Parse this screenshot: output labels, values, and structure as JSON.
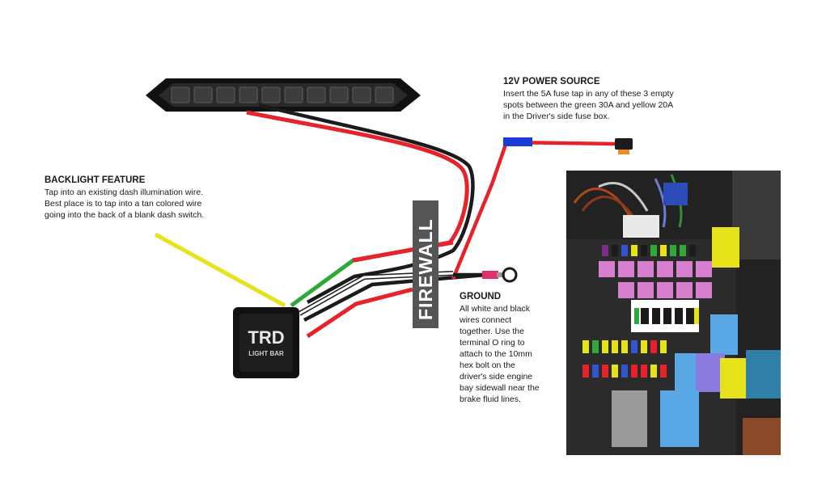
{
  "firewall": {
    "text": "FIREWALL"
  },
  "switch": {
    "brand": "TRD",
    "subtitle": "LIGHT BAR"
  },
  "power_source": {
    "heading": "12V POWER SOURCE",
    "lines": [
      "Insert the 5A fuse tap in any of these 3 empty",
      "spots between the green 30A and yellow 20A",
      "in the Driver's side fuse box."
    ]
  },
  "backlight": {
    "heading": "BACKLIGHT FEATURE",
    "lines": [
      "Tap into an existing dash illumination wire.",
      "Best place is to tap into a tan colored wire",
      "going into the back of a  blank dash switch."
    ]
  },
  "ground": {
    "heading": "GROUND",
    "lines": [
      "All white and black",
      "wires connect",
      "together. Use the",
      "terminal O ring to",
      "attach to the 10mm",
      "hex bolt on the",
      "driver's side engine",
      "bay sidewall near the",
      "brake fluid lines."
    ]
  },
  "colors": {
    "red": "#e8222a",
    "black": "#1b1b1b",
    "white": "#ffffff",
    "green": "#2ea836",
    "yellow": "#e6e21c",
    "blue": "#1a3bd6",
    "pink": "#e0306e",
    "firewall_bg": "#555555"
  }
}
